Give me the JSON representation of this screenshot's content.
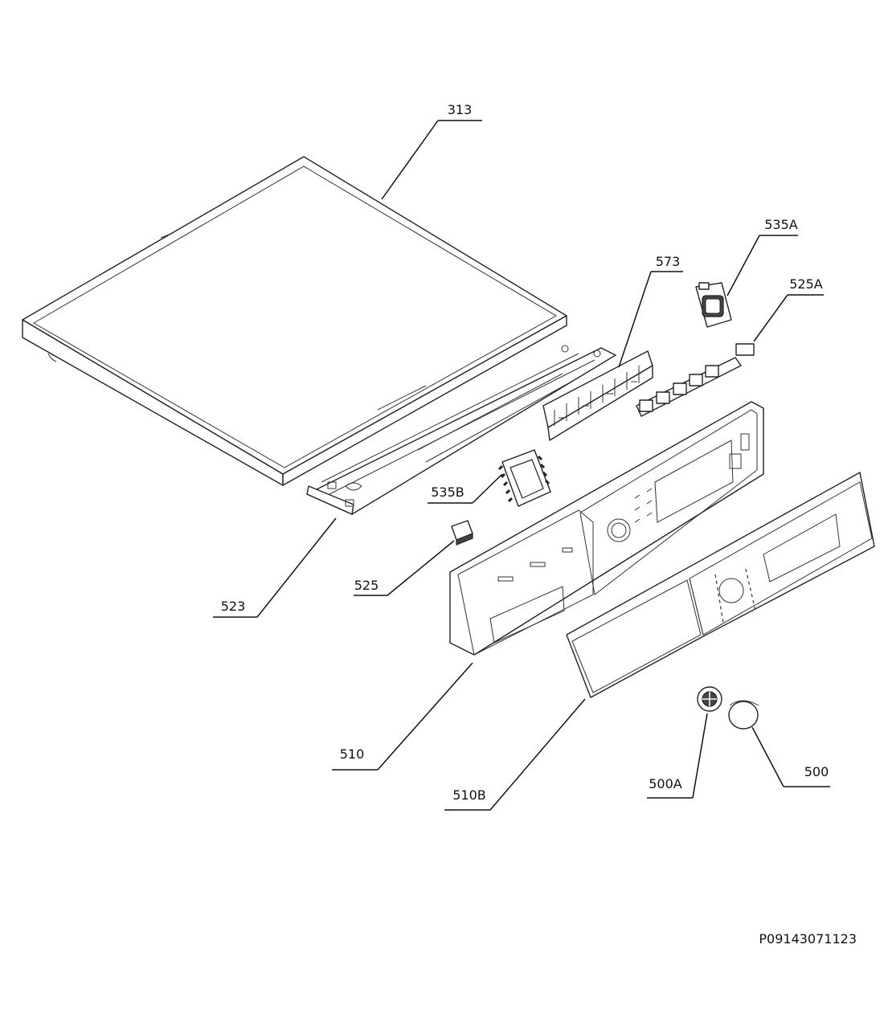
{
  "diagram": {
    "document_id": "P09143071123",
    "labels": {
      "313": "313",
      "535A": "535A",
      "573": "573",
      "525A": "525A",
      "535B": "535B",
      "523": "523",
      "525": "525",
      "510": "510",
      "510B": "510B",
      "500A": "500A",
      "500": "500"
    }
  }
}
